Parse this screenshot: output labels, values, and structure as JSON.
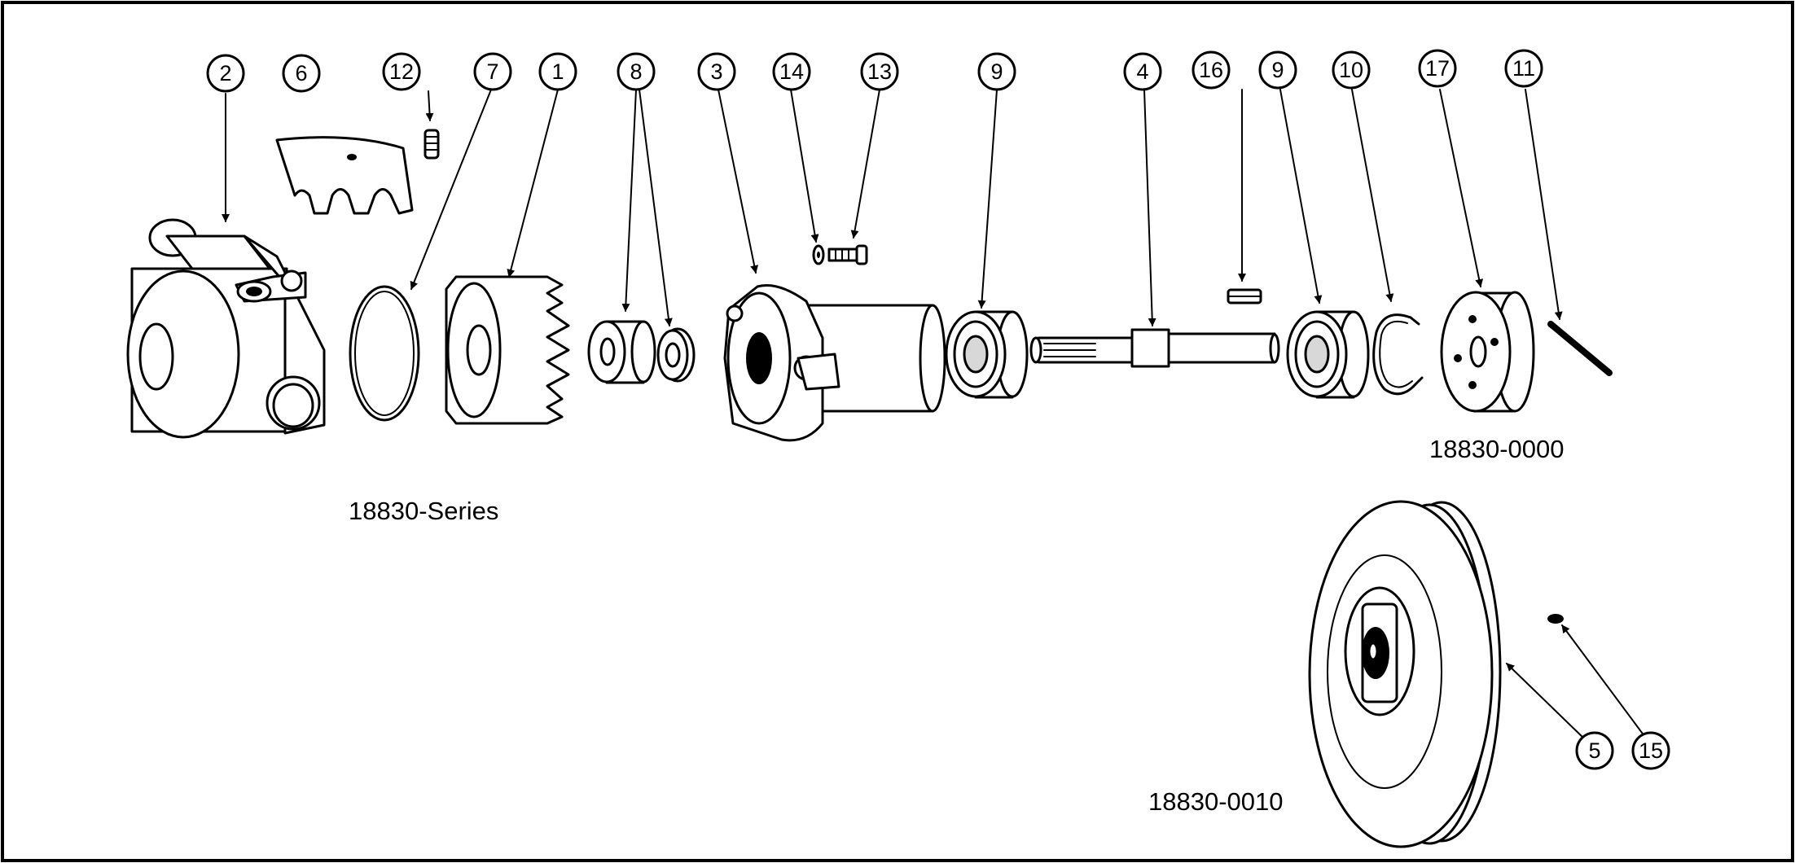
{
  "labels": {
    "series": "18830-Series",
    "kit_0000": "18830-0000",
    "kit_0010": "18830-0010"
  },
  "callouts": [
    {
      "id": "c2",
      "text": "2"
    },
    {
      "id": "c6",
      "text": "6"
    },
    {
      "id": "c12",
      "text": "12"
    },
    {
      "id": "c7",
      "text": "7"
    },
    {
      "id": "c1",
      "text": "1"
    },
    {
      "id": "c8",
      "text": "8"
    },
    {
      "id": "c3",
      "text": "3"
    },
    {
      "id": "c14",
      "text": "14"
    },
    {
      "id": "c13",
      "text": "13"
    },
    {
      "id": "c9a",
      "text": "9"
    },
    {
      "id": "c4",
      "text": "4"
    },
    {
      "id": "c16",
      "text": "16"
    },
    {
      "id": "c9b",
      "text": "9"
    },
    {
      "id": "c10",
      "text": "10"
    },
    {
      "id": "c17",
      "text": "17"
    },
    {
      "id": "c11",
      "text": "11"
    },
    {
      "id": "c5",
      "text": "5"
    },
    {
      "id": "c15",
      "text": "15"
    }
  ],
  "colors": {
    "ink": "#000000",
    "paper": "#ffffff"
  }
}
